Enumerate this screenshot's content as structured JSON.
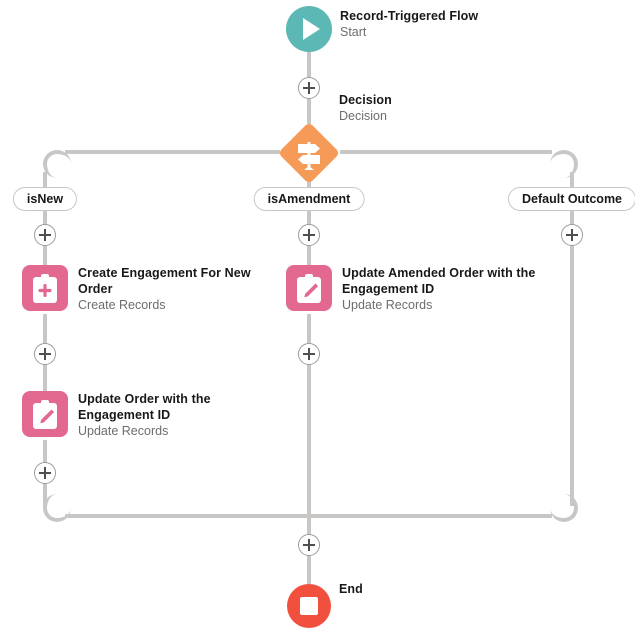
{
  "flow": {
    "title": "Record-Triggered Flow",
    "colors": {
      "start": "#5cb8b4",
      "decision": "#f59b57",
      "records": "#e2688f",
      "end": "#f1503f",
      "connector": "#c9c7c5",
      "title_text": "#181818",
      "subtitle_text": "#6f6d6b"
    },
    "nodes": {
      "start": {
        "title": "Record-Triggered Flow",
        "subtitle": "Start",
        "icon": "play-icon"
      },
      "decision": {
        "title": "Decision",
        "subtitle": "Decision",
        "icon": "signpost-icon"
      },
      "create_engagement": {
        "title": "Create Engagement For New Order",
        "subtitle": "Create Records",
        "icon": "clipboard-plus-icon"
      },
      "update_order": {
        "title": "Update Order with the Engagement ID",
        "subtitle": "Update Records",
        "icon": "clipboard-pencil-icon"
      },
      "update_amended_order": {
        "title": "Update Amended Order with the Engagement ID",
        "subtitle": "Update Records",
        "icon": "clipboard-pencil-icon"
      },
      "end": {
        "title": "End",
        "icon": "stop-icon"
      }
    },
    "branches": [
      {
        "label": "isNew"
      },
      {
        "label": "isAmendment"
      },
      {
        "label": "Default Outcome"
      }
    ],
    "add_buttons": [
      {
        "name": "add-element-after-start"
      },
      {
        "name": "add-element-isnew-1"
      },
      {
        "name": "add-element-isamendment-1"
      },
      {
        "name": "add-element-default-1"
      },
      {
        "name": "add-element-isnew-2"
      },
      {
        "name": "add-element-isamendment-2"
      },
      {
        "name": "add-element-isnew-3"
      },
      {
        "name": "add-element-before-end"
      }
    ]
  }
}
